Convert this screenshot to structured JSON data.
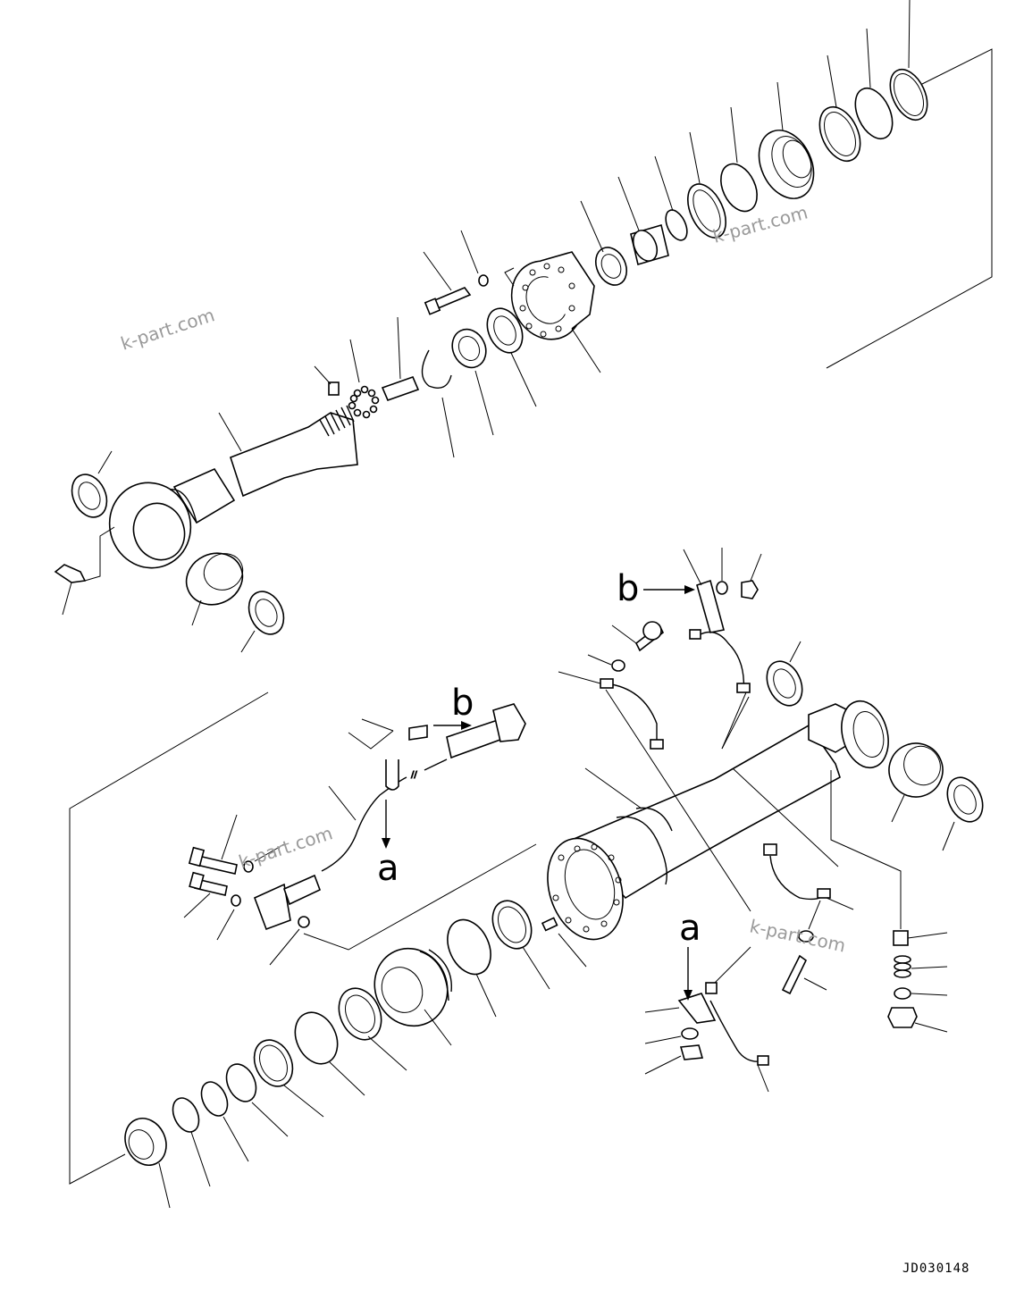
{
  "diagram": {
    "drawing_code": "JD030148",
    "callouts": {
      "a": "a",
      "b": "b"
    },
    "watermarks": [
      "k-part.com",
      "k-part.com",
      "k-part.com",
      "k-part.com"
    ]
  }
}
